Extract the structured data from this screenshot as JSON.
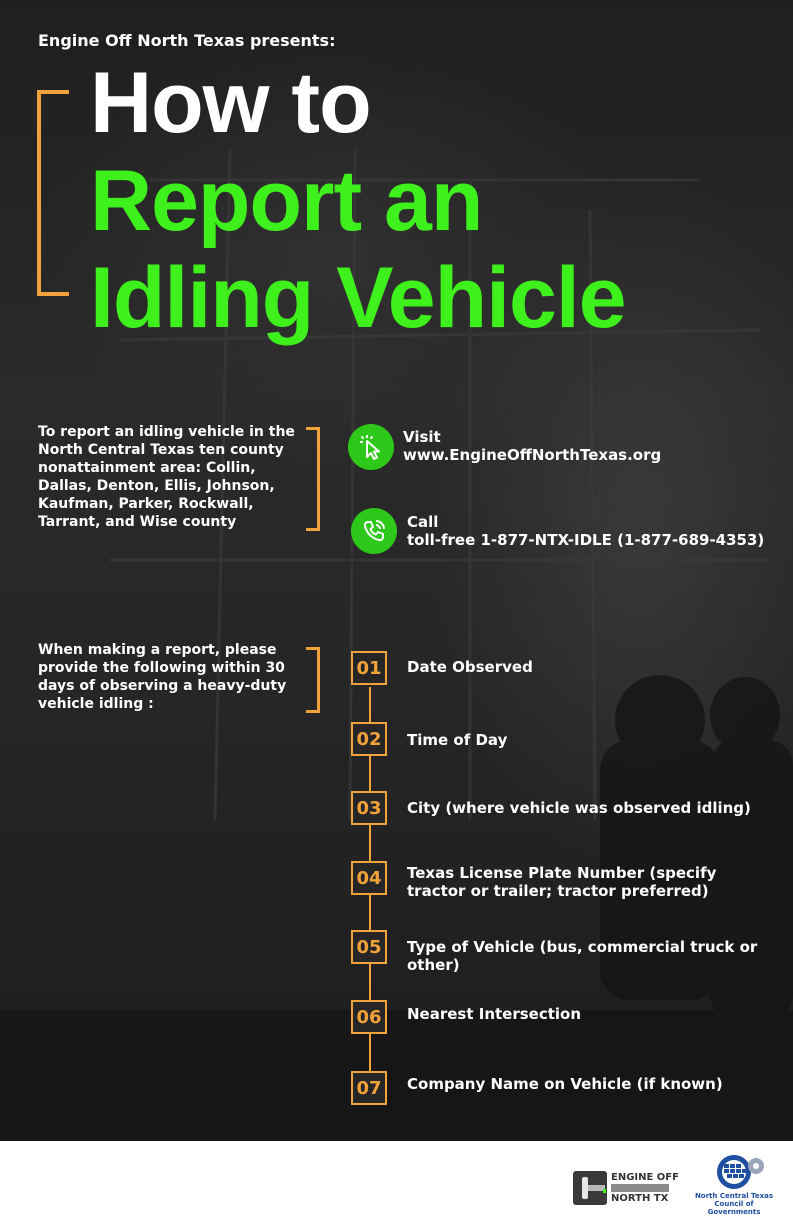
{
  "header": {
    "presents": "Engine Off North Texas presents:",
    "title_line1": "How to",
    "title_line2": "Report an",
    "title_line3": "Idling Vehicle"
  },
  "section1": {
    "intro": "To report an idling vehicle in the North Central Texas ten county nonattainment area: Collin, Dallas, Denton, Ellis, Johnson, Kaufman, Parker, Rockwall, Tarrant, and Wise county",
    "visit_label": "Visit",
    "visit_url": "www.EngineOffNorthTexas.org",
    "call_label": "Call",
    "call_number": "toll-free 1-877-NTX-IDLE (1-877-689-4353)"
  },
  "section2": {
    "intro": "When making a report, please provide the following within 30 days of observing a heavy-duty vehicle idling :",
    "steps": [
      {
        "num": "01",
        "text": "Date Observed"
      },
      {
        "num": "02",
        "text": "Time of Day"
      },
      {
        "num": "03",
        "text": "City (where vehicle was observed idling)"
      },
      {
        "num": "04",
        "text": "Texas License Plate Number (specify tractor or trailer; tractor preferred)"
      },
      {
        "num": "05",
        "text": "Type of Vehicle (bus, commercial truck or other)"
      },
      {
        "num": "06",
        "text": "Nearest Intersection"
      },
      {
        "num": "07",
        "text": "Company Name on Vehicle (if known)"
      }
    ]
  },
  "footer": {
    "logo1_line1": "ENGINE OFF",
    "logo1_line2": "NORTH TX",
    "logo2_line1": "North Central Texas",
    "logo2_line2": "Council of Governments"
  },
  "colors": {
    "accent_orange": "#f2a23a",
    "title_green": "#3ef01c",
    "icon_green": "#2ec81b",
    "background": "#262626"
  },
  "icons": [
    "cursor-click-icon",
    "phone-icon",
    "key-icon",
    "cog-map-icon"
  ]
}
